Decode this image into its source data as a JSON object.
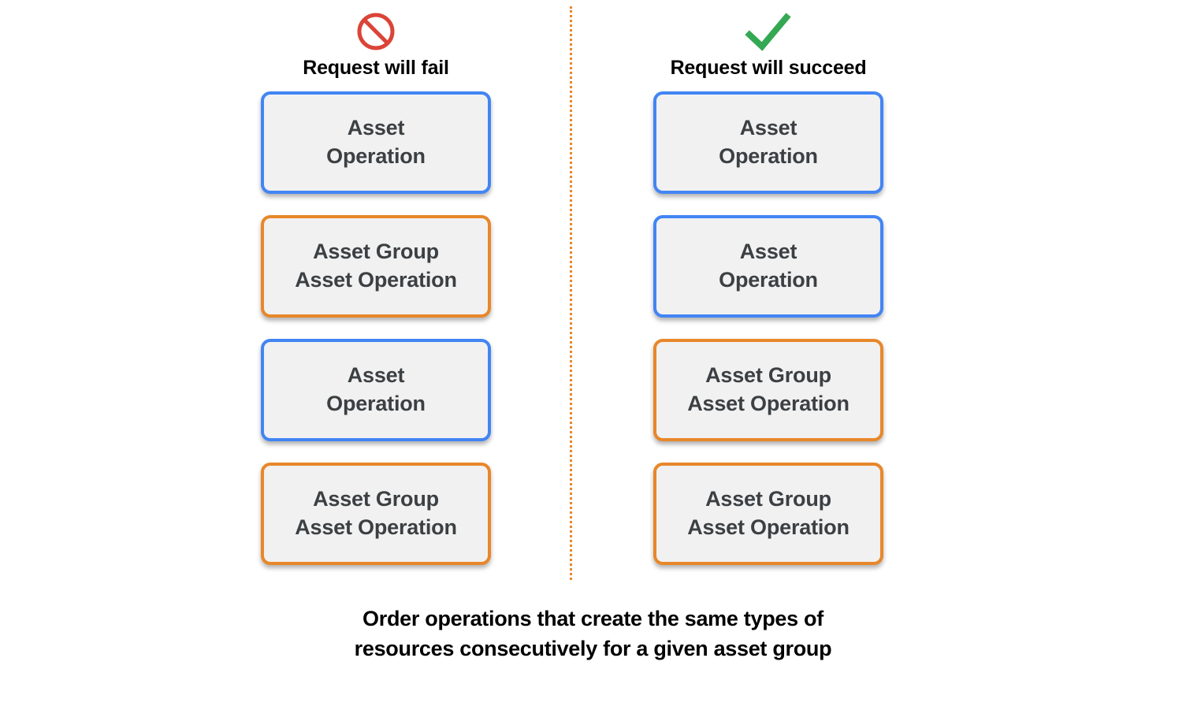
{
  "colors": {
    "blue": "#4285f4",
    "orange": "#e8872a",
    "red": "#db4437",
    "green": "#34a853",
    "card_fill": "#f1f1f1",
    "card_text": "#3c4043",
    "heading_text": "#000000",
    "background": "#ffffff"
  },
  "columns": [
    {
      "key": "fail",
      "icon": "prohibition-icon",
      "icon_color": "#db4437",
      "title": "Request will fail",
      "cards": [
        {
          "accent": "blue",
          "line1": "Asset",
          "line2": "Operation"
        },
        {
          "accent": "orange",
          "line1": "Asset Group",
          "line2": "Asset Operation"
        },
        {
          "accent": "blue",
          "line1": "Asset",
          "line2": "Operation"
        },
        {
          "accent": "orange",
          "line1": "Asset Group",
          "line2": "Asset Operation"
        }
      ]
    },
    {
      "key": "succeed",
      "icon": "checkmark-icon",
      "icon_color": "#34a853",
      "title": "Request will succeed",
      "cards": [
        {
          "accent": "blue",
          "line1": "Asset",
          "line2": "Operation"
        },
        {
          "accent": "blue",
          "line1": "Asset",
          "line2": "Operation"
        },
        {
          "accent": "orange",
          "line1": "Asset Group",
          "line2": "Asset Operation"
        },
        {
          "accent": "orange",
          "line1": "Asset Group",
          "line2": "Asset Operation"
        }
      ]
    }
  ],
  "caption": {
    "line1": "Order operations that create the same types of",
    "line2": "resources consecutively for a given asset group"
  }
}
